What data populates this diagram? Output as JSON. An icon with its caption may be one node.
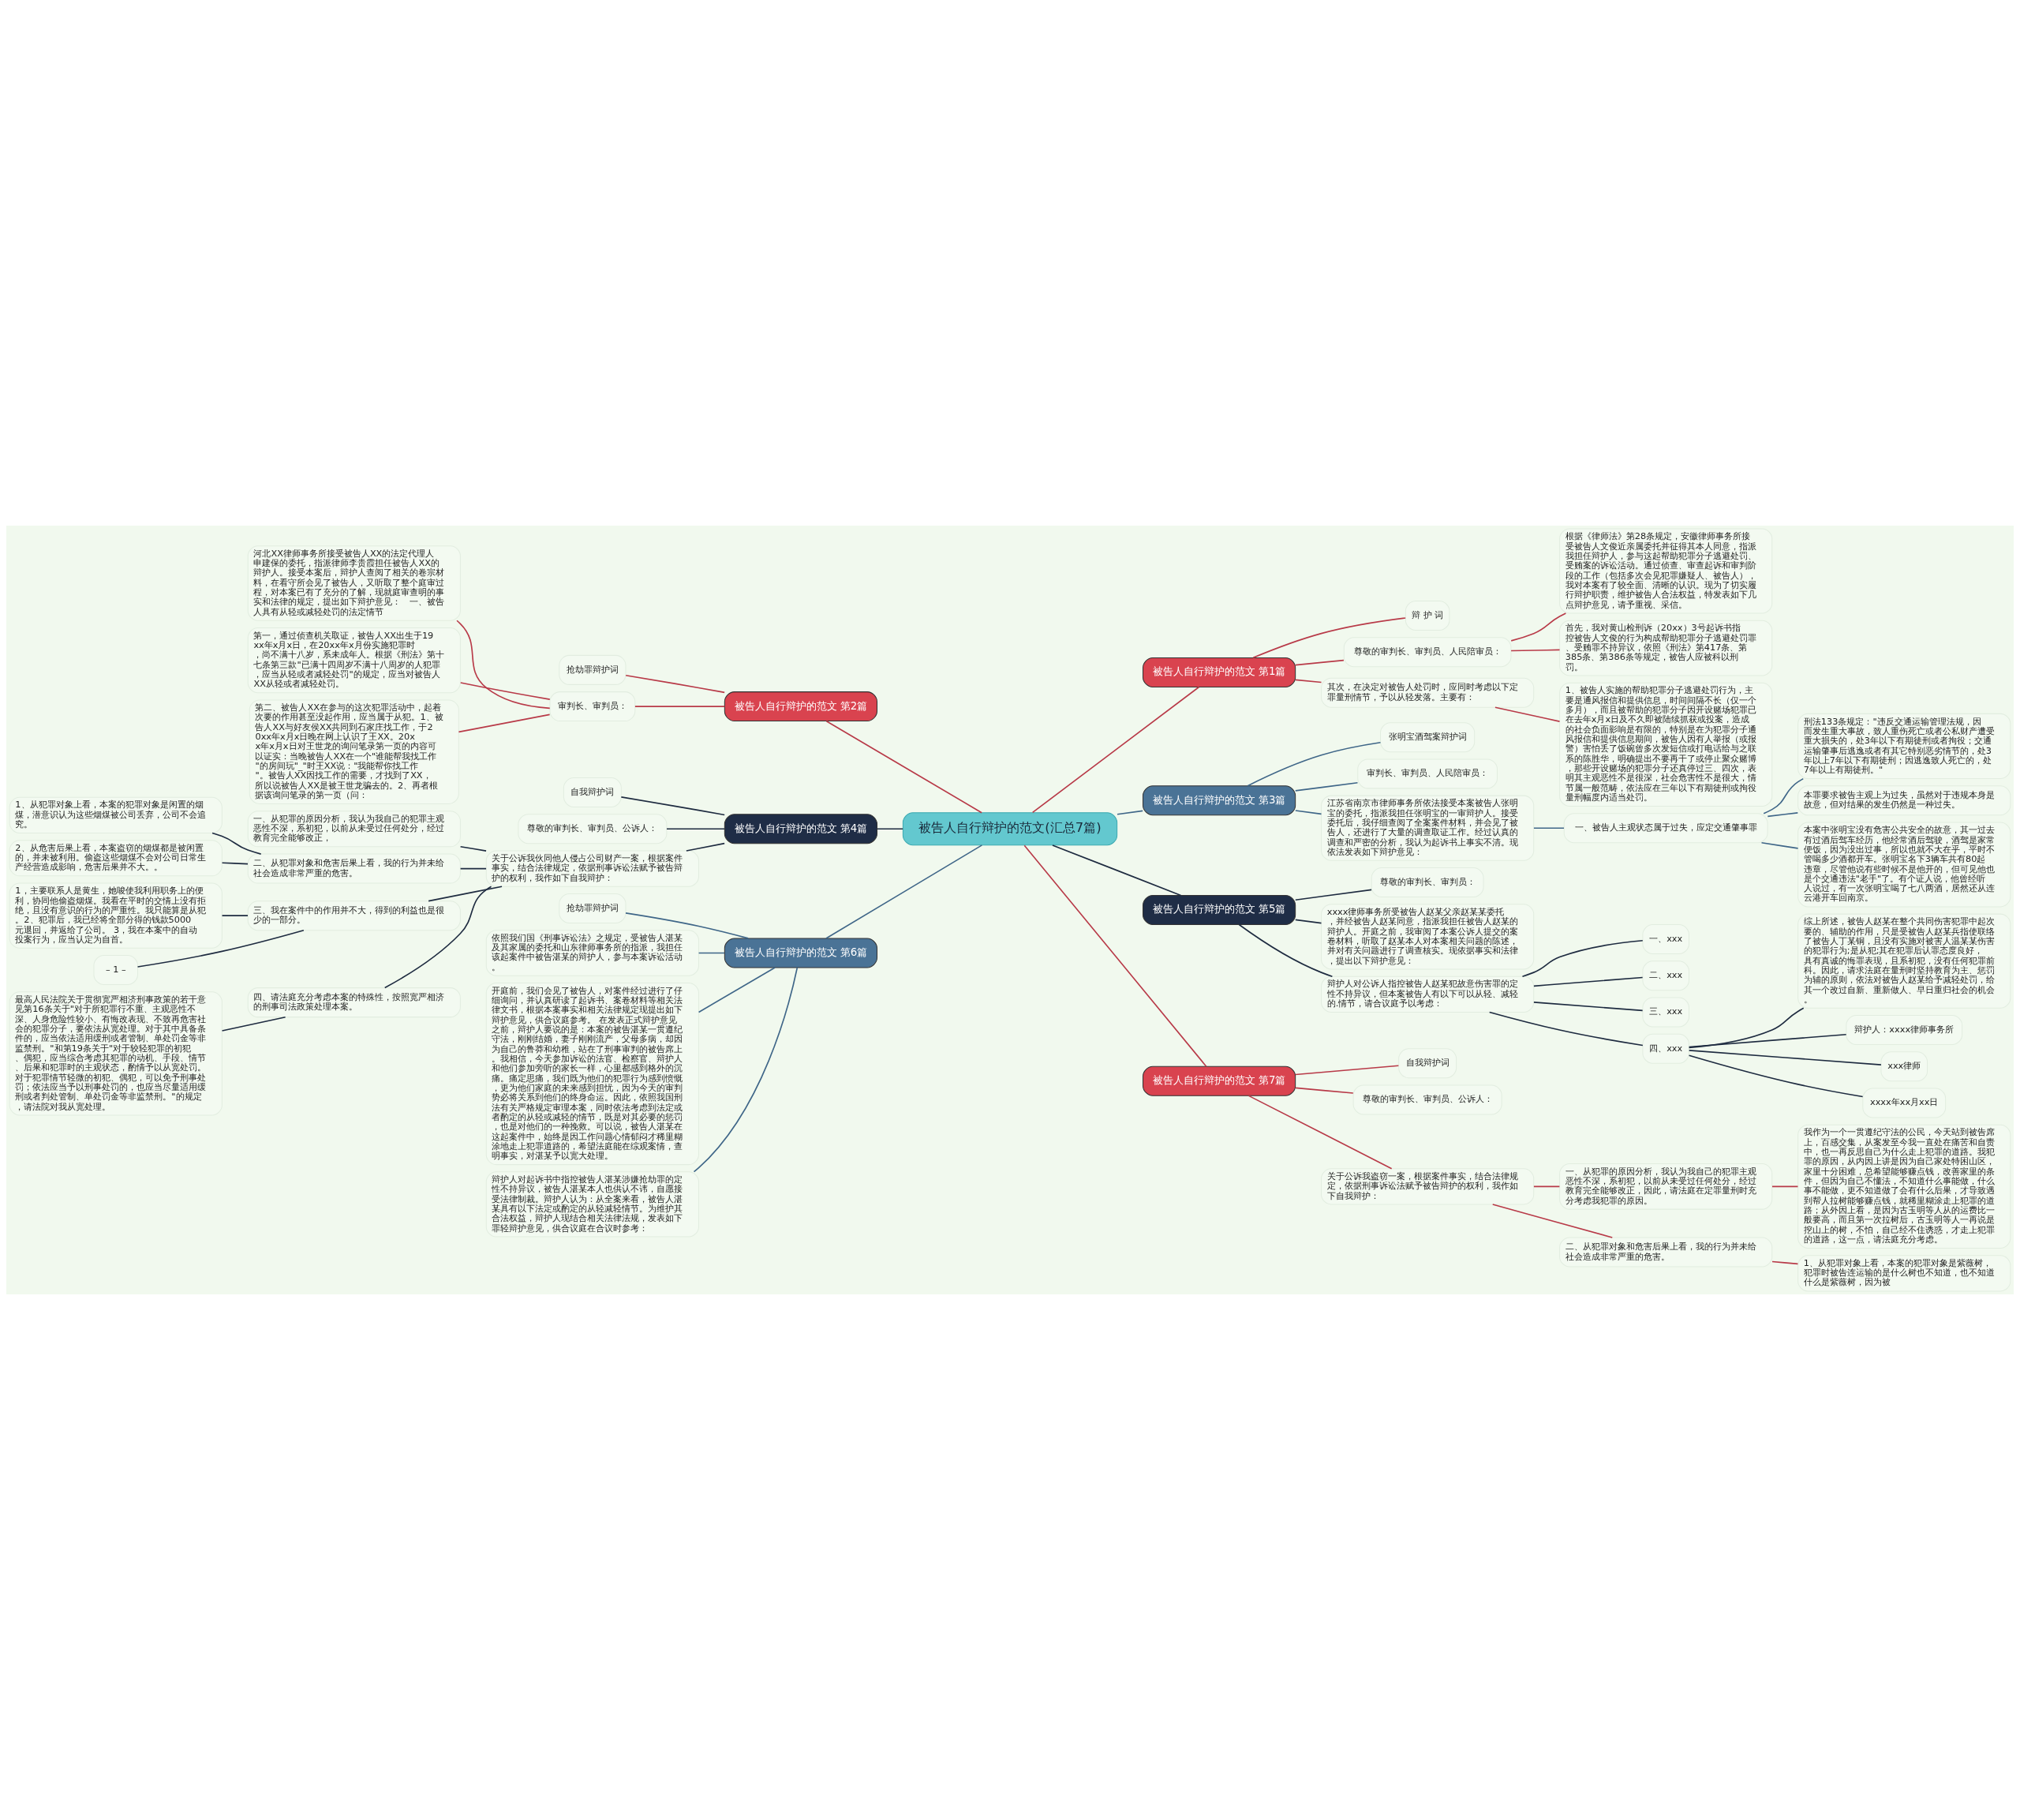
{
  "diagram": {
    "nodes": [
      {
        "text": [
          "被告人自行辩护的范文(汇总7篇)"
        ]
      },
      {
        "text": [
          "被告人自行辩护的范文 第1篇"
        ]
      },
      {
        "text": [
          "辩 护 词"
        ]
      },
      {
        "text": [
          "尊敬的审判长、审判员、人民陪审员："
        ]
      },
      {
        "text": [
          "根据《律师法》第28条规定，安徽律师事务所接受被告人文俊近亲属委托并征得其本人同意，指派我担任辩护人，参与这起帮助犯罪分子逃避处罚、受贿案的诉讼活动。通过侦查、审查起诉和审判阶段的工作（包括多次会见犯罪嫌疑人、被告人），我对本案有了较全面、清晰的认识。现为了切实履行辩护职责，维护被告人合法权益，特发表如下几点辩护意见，请予重视、采信。"
        ]
      },
      {
        "text": [
          "首先，我对黄山检刑诉（20xx）3号起诉书指控被告人文俊的行为构成帮助犯罪分子逃避处罚罪、受贿罪不持异议，依照《刑法》第417条、第385条、第386条等规定，被告人应被科以刑罚。"
        ]
      },
      {
        "text": [
          "其次，在决定对被告人处罚时，应同时考虑以下定罪量刑情节，予以从轻发落。主要有："
        ]
      },
      {
        "text": [
          "1、被告人实施的帮助犯罪分子逃避处罚行为，主要是通风报信和提供信息，时间间隔不长（仅一个多月），而且被帮助的犯罪分子因开设赌场犯罪已在去年x月x日及不久即被陆续抓获或投案，造成的社会负面影响是有限的，特别是在为犯罪分子通风报信和提供信息期间，被告人因有人举报（或报警）害怕丢了饭碗曾多次发短信或打电话给与之联系的陈胜华，明确提出不要再干了或停止聚众赌博，那些开设赌场的犯罪分子还真停过三、四次，表明其主观恶性不是很深，社会危害性不是很大，情节属一般范畴，依法应在三年以下有期徒刑或拘役量刑幅度内适当处罚。"
        ]
      },
      {
        "text": [
          "被告人自行辩护的范文 第2篇"
        ]
      },
      {
        "text": [
          "抢劫罪辩护词"
        ]
      },
      {
        "text": [
          "审判长、审判员："
        ]
      },
      {
        "text": [
          "河北XX律师事务所接受被告人XX的法定代理人申建保的委托，指派律师李贵霞担任被告人XX的辩护人。接受本案后，辩护人查阅了相关的卷宗材料，在看守所会见了被告人，又听取了整个庭审过程，对本案已有了充分的了解，现就庭审查明的事实和法律的规定，提出如下辩护意见：　一、被告人具有从轻或减轻处罚的法定情节"
        ]
      },
      {
        "text": [
          "第一，通过侦查机关取证，被告人XX出生于19xx年x月x日，在20xx年x月份实施犯罪时，尚不满十八岁，系未成年人。根据《刑法》第十七条第三款\"已满十四周岁不满十八周岁的人犯罪，应当从轻或者减轻处罚\"的规定，应当对被告人XX从轻或者减轻处罚。"
        ]
      },
      {
        "text": [
          "第二、被告人XX在参与的这次犯罪活动中，起着次要的作用甚至没起作用，应当属于从犯。1、被告人XX与好友侯XX共同到石家庄找工作，于20xx年x月x日晚在网上认识了王XX。20xx年x月x日对王世龙的询问笔录第一页的内容可以证实：当晚被告人XX在一个\"谁能帮我找工作\"的房间玩\"_\"时王XX说：\"我能帮你找工作\"。被告人XX因找工作的需要，才找到了XX，所以说被告人XX是被王世龙骗去的。2、再者根据该询问笔录的第一页（问："
        ]
      },
      {
        "text": [
          "被告人自行辩护的范文 第3篇"
        ]
      },
      {
        "text": [
          "张明宝酒驾案辩护词"
        ]
      },
      {
        "text": [
          "审判长、审判员、人民陪审员："
        ]
      },
      {
        "text": [
          "江苏省南京市律师事务所依法接受本案被告人张明宝的委托，指派我担任张明宝的一审辩护人。接受委托后，我仔细查阅了全案案件材料，并会见了被告人，还进行了大量的调查取证工作。经过认真的调查和严密的分析，我认为起诉书上事实不清。现依法发表如下辩护意见："
        ]
      },
      {
        "text": [
          "一、被告人主观状态属于过失，应定交通肇事罪"
        ]
      },
      {
        "text": [
          "刑法133条规定：\"违反交通运输管理法规，因而发生重大事故，致人重伤死亡或者公私财产遭受重大损失的，处3年以下有期徒刑或者拘役；交通运输肇事后逃逸或者有其它特别恶劣情节的，处3年以上7年以下有期徒刑；因逃逸致人死亡的，处7年以上有期徒刑。\""
        ]
      },
      {
        "text": [
          "本罪要求被告主观上为过失，虽然对于违规本身是故意，但对结果的发生仍然是一种过失。"
        ]
      },
      {
        "text": [
          "本案中张明宝没有危害公共安全的故意，其一过去有过酒后驾车经历，他经常酒后驾驶，酒驾是家常便饭，因为没出过事，所以也就不大在乎，平时不管喝多少酒都开车。张明宝名下3辆车共有80起违章，尽管他说有些时候不是他开的，但可见他也是个交通违法\"老手\"了。有个证人说，他曾经听人说过，有一次张明宝喝了七八两酒，居然还从连云港开车回南京。"
        ]
      },
      {
        "text": [
          "被告人自行辩护的范文 第4篇"
        ]
      },
      {
        "text": [
          "自我辩护词"
        ]
      },
      {
        "text": [
          "尊敬的审判长、审判员、公诉人："
        ]
      },
      {
        "text": [
          "关于公诉我伙同他人侵占公司财产一案，根据案件事实，结合法律规定，依据刑事诉讼法赋予被告辩护的权利，我作如下自我辩护："
        ]
      },
      {
        "text": [
          "一、从犯罪的原因分析，我认为我自己的犯罪主观恶性不深，系初犯，以前从未受过任何处分，经过教育完全能够改正，"
        ]
      },
      {
        "text": [
          "二、从犯罪对象和危害后果上看，我的行为并未给社会造成非常严重的危害。"
        ]
      },
      {
        "text": [
          "1、从犯罪对象上看，本案的犯罪对象是闲置的烟煤，潜意识认为这些烟煤被公司丢弃，公司不会追究。"
        ]
      },
      {
        "text": [
          "2、从危害后果上看，本案盗窃的烟煤都是被闲置的，并未被利用。偷盗这些烟煤不会对公司日常生产经营造成影响，危害后果并不大。。"
        ]
      },
      {
        "text": [
          "三、我在案件中的作用并不大，得到的利益也是很少的一部分。"
        ]
      },
      {
        "text": [
          "1，主要联系人是黄生，她唆使我利用职务上的便利，协同他偷盗烟煤。我看在平时的交情上没有拒绝，且没有意识的行为的严重性。我只能算是从犯。2、犯罪后，我已经将全部分得的钱款5000元退回，并返给了公司。 3，我在本案中的自动投案行为，应当认定为自首。"
        ]
      },
      {
        "text": [
          "– 1 –"
        ]
      },
      {
        "text": [
          "四、请法庭充分考虑本案的特殊性，按照宽严相济的刑事司法政策处理本案。"
        ]
      },
      {
        "text": [
          "最高人民法院关于贯彻宽严相济刑事政策的若干意见第16条关于\"对于所犯罪行不重、主观恶性不深、人身危险性较小、有悔改表现、不致再危害社会的犯罪分子，要依法从宽处理。对于其中具备条件的，应当依法适用缓刑或者管制、单处罚金等非监禁刑。\"和第19条关于\"对于较轻犯罪的初犯、偶犯，应当综合考虑其犯罪的动机、手段、情节、后果和犯罪时的主观状态，酌情予以从宽处罚。对于犯罪情节轻微的初犯、偶犯，可以免予刑事处罚；依法应当予以刑事处罚的，也应当尽量适用缓刑或者判处管制、单处罚金等非监禁刑。\"的规定，请法院对我从宽处理。"
        ]
      },
      {
        "text": [
          "被告人自行辩护的范文 第5篇"
        ]
      },
      {
        "text": [
          "尊敬的审判长、审判员："
        ]
      },
      {
        "text": [
          "xxxx律师事务所受被告人赵某父亲赵某某委托，并经被告人赵某同意，指派我担任被告人赵某的辩护人。开庭之前，我审阅了本案公诉人提交的案卷材料，听取了赵某本人对本案相关问题的陈述，并对有关问题进行了调查核实。现依据事实和法律，提出以下辩护意见："
        ]
      },
      {
        "text": [
          "辩护人对公诉人指控被告人赵某犯故意伤害罪的定性不持异议，但本案被告人有以下可以从轻、减轻的.情节，请合议庭予以考虑："
        ]
      },
      {
        "text": [
          "一、xxx"
        ]
      },
      {
        "text": [
          "二、xxx"
        ]
      },
      {
        "text": [
          "三、xxx"
        ]
      },
      {
        "text": [
          "四、xxx"
        ]
      },
      {
        "text": [
          "综上所述，被告人赵某在整个共同伤害犯罪中起次要的、辅助的作用，只是受被告人赵某兵指使联络了被告人丁某铜，且没有实施对被害人温某某伤害的犯罪行为;是从犯;其在犯罪后认罪态度良好，具有真诚的悔罪表现，且系初犯，没有任何犯罪前科。因此，请求法庭在量刑时坚持教育为主、惩罚为辅的原则，依法对被告人赵某给予减轻处罚，给其一个改过自新、重新做人、早日重归社会的机会。"
        ]
      },
      {
        "text": [
          "辩护人：xxxx律师事务所"
        ]
      },
      {
        "text": [
          "xxx律师"
        ]
      },
      {
        "text": [
          "xxxx年xx月xx日"
        ]
      },
      {
        "text": [
          "被告人自行辩护的范文 第6篇"
        ]
      },
      {
        "text": [
          "抢劫罪辩护词"
        ]
      },
      {
        "text": [
          "依照我们国《刑事诉讼法》之规定，受被告人湛某及其家属的委托和山东律师事务所的指派，我担任该起案件中被告湛某的辩护人，参与本案诉讼活动。"
        ]
      },
      {
        "text": [
          "开庭前，我们会见了被告人，对案件经过进行了仔细询问，并认真研读了起诉书、案卷材料等相关法律文书，根据本案事实和相关法律规定现提出如下辩护意见，供合议庭参考。 在发表正式辩护意见之前，辩护人要说的是：本案的被告湛某一贯遵纪守法，刚刚结婚，妻子刚刚流产，父母多病，却因为自己的鲁莽和幼稚，站在了刑事审判的被告席上。我相信，今天参加诉讼的法官、检察官、辩护人和他们参加旁听的家长一样，心里都感到格外的沉痛。痛定思痛，我们既为他们的犯罪行为感到愤慨，更为他们家庭的未来感到担忧，因为今天的审判势必将关系到他们的终身命运。因此，依照我国刑法有关严格规定审理本案，同时依法考虑到法定或者酌定的从轻或减轻的情节，既是对其必要的惩罚，也是对他们的一种挽救。可以说，被告人湛某在这起案件中，始终是因工作问题心情郁闷才稀里糊涂地走上犯罪道路的，希望法庭能在综观案情，查明事实，对湛某予以宽大处理。"
        ]
      },
      {
        "text": [
          "辩护人对起诉书中指控被告人湛某涉嫌抢劫罪的定性不持异议，被告人湛某本人也供认不讳，自愿接受法律制裁。辩护人认为：从全案来看，被告人湛某具有以下法定或酌定的从轻减轻情节。为维护其合法权益，辩护人现结合相关法律法规，发表如下罪轻辩护意见，供合议庭在合议时参考："
        ]
      },
      {
        "text": [
          "被告人自行辩护的范文 第7篇"
        ]
      },
      {
        "text": [
          "自我辩护词"
        ]
      },
      {
        "text": [
          "尊敬的审判长、审判员、公诉人："
        ]
      },
      {
        "text": [
          "关于公诉我盗窃一案，根据案件事实，结合法律规定，依据刑事诉讼法赋予被告辩护的权利，我作如下自我辩护："
        ]
      },
      {
        "text": [
          "一、从犯罪的原因分析，我认为我自己的犯罪主观恶性不深，系初犯，以前从未受过任何处分，经过教育完全能够改正，因此，请法庭在定罪量刑时充分考虑我犯罪的原因。"
        ]
      },
      {
        "text": [
          "我作为一个一贯遵纪守法的公民，今天站到被告席上，百感交集，从案发至今我一直处在痛苦和自责中，也一再反思自己为什么走上犯罪的道路。我犯罪的原因，从内因上讲是因为自己家处特困山区，家里十分困难，总希望能够赚点钱，改善家里的条件，但因为自己不懂法，不知道什么事能做，什么事不能做，更不知道做了会有什么后果，才导致遇到帮人拉树能够赚点钱，就稀里糊涂走上犯罪的道路；从外因上看，是因为古玉明等人从的运费比一般要高，而且第一次拉树后，古玉明等人一再说是挖山上的树，不怕，自己经不住诱惑，才走上犯罪的道路，这一点，请法庭充分考虑。"
        ]
      },
      {
        "text": [
          "二、从犯罪对象和危害后果上看，我的行为并未给社会造成非常严重的危害。"
        ]
      },
      {
        "text": [
          "1、从犯罪对象上看，本案的犯罪对象是紫薇树，犯罪时被告连运输的是什么树也不知道，也不知道什么是紫薇树，因为被"
        ]
      }
    ],
    "edges": [
      {
        "from": 0,
        "to": 1,
        "arrow": "none",
        "color": "#b83a48"
      },
      {
        "from": 1,
        "to": 2,
        "arrow": "none",
        "color": "#b83a48"
      },
      {
        "from": 1,
        "to": 3,
        "arrow": "none",
        "color": "#b83a48"
      },
      {
        "from": 3,
        "to": 4,
        "arrow": "none",
        "color": "#b83a48"
      },
      {
        "from": 3,
        "to": 5,
        "arrow": "none",
        "color": "#b83a48"
      },
      {
        "from": 1,
        "to": 6,
        "arrow": "none",
        "color": "#b83a48"
      },
      {
        "from": 6,
        "to": 7,
        "arrow": "none",
        "color": "#b83a48"
      },
      {
        "from": 0,
        "to": 8,
        "arrow": "none",
        "color": "#b83a48"
      },
      {
        "from": 8,
        "to": 9,
        "arrow": "none",
        "color": "#b83a48"
      },
      {
        "from": 8,
        "to": 10,
        "arrow": "none",
        "color": "#b83a48"
      },
      {
        "from": 10,
        "to": 11,
        "arrow": "none",
        "color": "#b83a48"
      },
      {
        "from": 10,
        "to": 12,
        "arrow": "none",
        "color": "#b83a48"
      },
      {
        "from": 10,
        "to": 13,
        "arrow": "none",
        "color": "#b83a48"
      },
      {
        "from": 0,
        "to": 14,
        "arrow": "none",
        "color": "#3f6688"
      },
      {
        "from": 14,
        "to": 15,
        "arrow": "none",
        "color": "#3f6688"
      },
      {
        "from": 14,
        "to": 16,
        "arrow": "none",
        "color": "#3f6688"
      },
      {
        "from": 14,
        "to": 17,
        "arrow": "none",
        "color": "#3f6688"
      },
      {
        "from": 17,
        "to": 18,
        "arrow": "none",
        "color": "#3f6688"
      },
      {
        "from": 18,
        "to": 19,
        "arrow": "none",
        "color": "#3f6688"
      },
      {
        "from": 18,
        "to": 20,
        "arrow": "none",
        "color": "#3f6688"
      },
      {
        "from": 18,
        "to": 21,
        "arrow": "none",
        "color": "#3f6688"
      },
      {
        "from": 0,
        "to": 22,
        "arrow": "none",
        "color": "#1e2b40"
      },
      {
        "from": 22,
        "to": 23,
        "arrow": "none",
        "color": "#1e2b40"
      },
      {
        "from": 22,
        "to": 24,
        "arrow": "none",
        "color": "#1e2b40"
      },
      {
        "from": 22,
        "to": 25,
        "arrow": "none",
        "color": "#1e2b40"
      },
      {
        "from": 25,
        "to": 26,
        "arrow": "none",
        "color": "#1e2b40"
      },
      {
        "from": 25,
        "to": 27,
        "arrow": "none",
        "color": "#1e2b40"
      },
      {
        "from": 27,
        "to": 28,
        "arrow": "none",
        "color": "#1e2b40"
      },
      {
        "from": 27,
        "to": 29,
        "arrow": "none",
        "color": "#1e2b40"
      },
      {
        "from": 25,
        "to": 30,
        "arrow": "none",
        "color": "#1e2b40"
      },
      {
        "from": 30,
        "to": 31,
        "arrow": "none",
        "color": "#1e2b40"
      },
      {
        "from": 30,
        "to": 32,
        "arrow": "none",
        "color": "#1e2b40"
      },
      {
        "from": 25,
        "to": 33,
        "arrow": "none",
        "color": "#1e2b40"
      },
      {
        "from": 33,
        "to": 34,
        "arrow": "none",
        "color": "#1e2b40"
      },
      {
        "from": 0,
        "to": 35,
        "arrow": "none",
        "color": "#1e2b40"
      },
      {
        "from": 35,
        "to": 36,
        "arrow": "none",
        "color": "#1e2b40"
      },
      {
        "from": 35,
        "to": 37,
        "arrow": "none",
        "color": "#1e2b40"
      },
      {
        "from": 35,
        "to": 38,
        "arrow": "none",
        "color": "#1e2b40"
      },
      {
        "from": 38,
        "to": 39,
        "arrow": "none",
        "color": "#1e2b40"
      },
      {
        "from": 38,
        "to": 40,
        "arrow": "none",
        "color": "#1e2b40"
      },
      {
        "from": 38,
        "to": 41,
        "arrow": "none",
        "color": "#1e2b40"
      },
      {
        "from": 38,
        "to": 42,
        "arrow": "none",
        "color": "#1e2b40"
      },
      {
        "from": 42,
        "to": 43,
        "arrow": "none",
        "color": "#1e2b40"
      },
      {
        "from": 42,
        "to": 44,
        "arrow": "none",
        "color": "#1e2b40"
      },
      {
        "from": 42,
        "to": 45,
        "arrow": "none",
        "color": "#1e2b40"
      },
      {
        "from": 42,
        "to": 46,
        "arrow": "none",
        "color": "#1e2b40"
      },
      {
        "from": 0,
        "to": 47,
        "arrow": "none",
        "color": "#3f6688"
      },
      {
        "from": 47,
        "to": 48,
        "arrow": "none",
        "color": "#3f6688"
      },
      {
        "from": 47,
        "to": 49,
        "arrow": "none",
        "color": "#3f6688"
      },
      {
        "from": 47,
        "to": 50,
        "arrow": "none",
        "color": "#3f6688"
      },
      {
        "from": 47,
        "to": 51,
        "arrow": "none",
        "color": "#3f6688"
      },
      {
        "from": 0,
        "to": 52,
        "arrow": "none",
        "color": "#b83a48"
      },
      {
        "from": 52,
        "to": 53,
        "arrow": "none",
        "color": "#b83a48"
      },
      {
        "from": 52,
        "to": 54,
        "arrow": "none",
        "color": "#b83a48"
      },
      {
        "from": 52,
        "to": 55,
        "arrow": "none",
        "color": "#b83a48"
      },
      {
        "from": 55,
        "to": 56,
        "arrow": "none",
        "color": "#b83a48"
      },
      {
        "from": 56,
        "to": 57,
        "arrow": "none",
        "color": "#b83a48"
      },
      {
        "from": 55,
        "to": 58,
        "arrow": "none",
        "color": "#b83a48"
      },
      {
        "from": 58,
        "to": 59,
        "arrow": "none",
        "color": "#b83a48"
      }
    ]
  }
}
